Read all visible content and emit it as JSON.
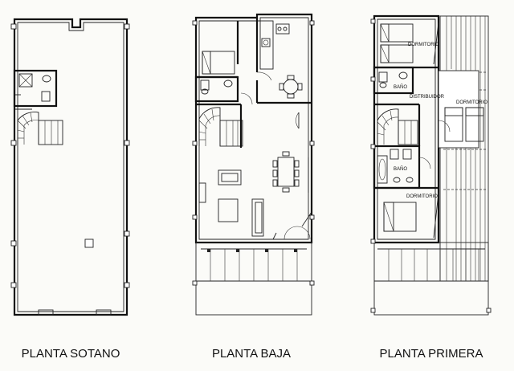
{
  "floors": [
    {
      "title": "PLANTA SOTANO",
      "rooms": []
    },
    {
      "title": "PLANTA BAJA",
      "rooms": []
    },
    {
      "title": "PLANTA PRIMERA",
      "rooms": {
        "dormitorio_top": "DORMITORIO",
        "bano_top": "BAÑO",
        "distribuidor": "DISTRIBUIDOR",
        "dormitorio_right": "DORMITORIO",
        "bano_bottom": "BAÑO",
        "dormitorio_bottom": "DORMITORIO"
      }
    }
  ]
}
